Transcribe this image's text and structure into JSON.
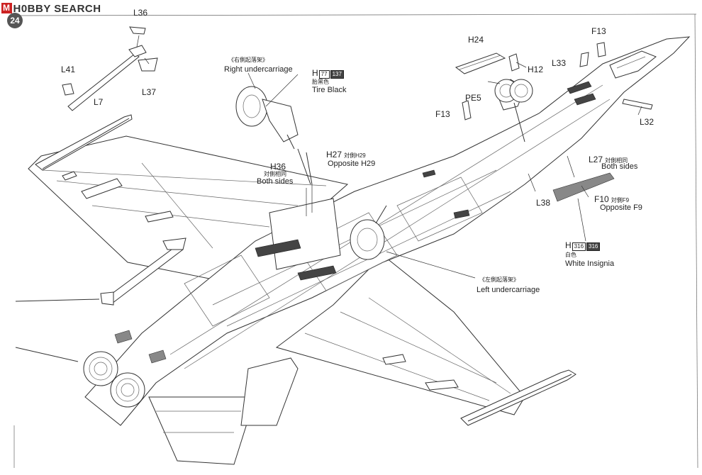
{
  "watermark": {
    "brand_mark": "M",
    "brand_text": "H0BBY SEARCH"
  },
  "step_number": "24",
  "parts": {
    "L36": "L36",
    "L37": "L37",
    "L41": "L41",
    "L7": "L7",
    "H24": "H24",
    "H12": "H12",
    "PE5": "PE5",
    "F13_a": "F13",
    "F13_b": "F13",
    "L33": "L33",
    "L32": "L32",
    "H36": "H36",
    "H27": "H27",
    "L27": "L27",
    "L38": "L38",
    "F10": "F10",
    "H_tire": "H",
    "H_insignia": "H"
  },
  "callouts": {
    "right_uc_cn": "《右側起落架》",
    "right_uc_en": "Right undercarriage",
    "left_uc_cn": "《左側起落架》",
    "left_uc_en": "Left undercarriage",
    "tire_codes": [
      "77",
      "137"
    ],
    "tire_cn": "胎黑色",
    "tire_en": "Tire Black",
    "h27_cn": "対側H29",
    "h27_en": "Opposite H29",
    "h36_cn": "対側相同",
    "h36_en": "Both sides",
    "l27_cn": "対側相同",
    "l27_en": "Both sides",
    "f10_cn": "対側F9",
    "f10_en": "Opposite F9",
    "insignia_codes": [
      "316",
      "316"
    ],
    "insignia_cn": "白色",
    "insignia_en": "White Insignia"
  }
}
